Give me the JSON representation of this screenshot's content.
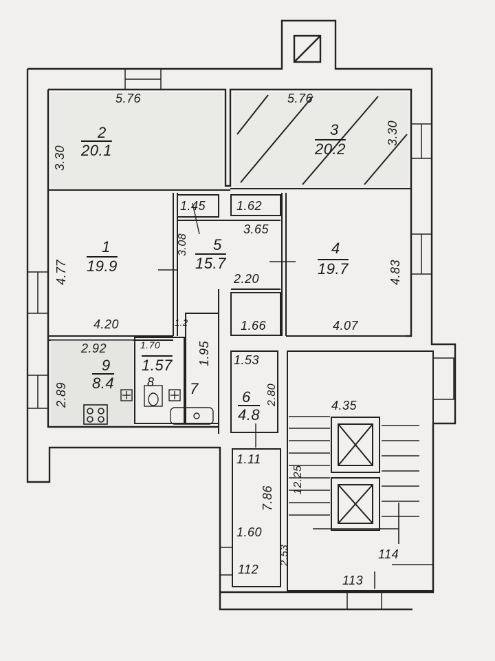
{
  "rooms": {
    "r1": {
      "number": "1",
      "area": "19.9",
      "width": "4.20",
      "height": "4.77"
    },
    "r2": {
      "number": "2",
      "area": "20.1",
      "width": "5.76",
      "height": "3.30"
    },
    "r3": {
      "number": "3",
      "area": "20.2",
      "width": "5.76",
      "height": "3.30"
    },
    "r4": {
      "number": "4",
      "area": "19.7",
      "width": "4.07",
      "height": "4.83"
    },
    "r5": {
      "number": "5",
      "area": "15.7",
      "dim_top": "3.65",
      "dim_bottom": "2.20",
      "dim_side": "3.08"
    },
    "r6": {
      "number": "6",
      "area": "4.8",
      "width": "1.53",
      "height": "2.80"
    },
    "r7": {
      "number": "7",
      "height": "1.95"
    },
    "r8": {
      "number": "8",
      "area": "1.57",
      "width": "1.70",
      "small": "1.2"
    },
    "r9": {
      "number": "9",
      "area": "8.4",
      "width": "2.92",
      "height": "2.89"
    }
  },
  "dimensions": {
    "d_145": "1.45",
    "d_162": "1.62",
    "d_166": "1.66",
    "d_111": "1.11",
    "d_786": "7.86",
    "d_160": "1.60",
    "d_253": "2.53",
    "d_435": "4.35",
    "d_1225": "12.25"
  },
  "common": {
    "n112": "112",
    "n113": "113",
    "n114": "114"
  }
}
